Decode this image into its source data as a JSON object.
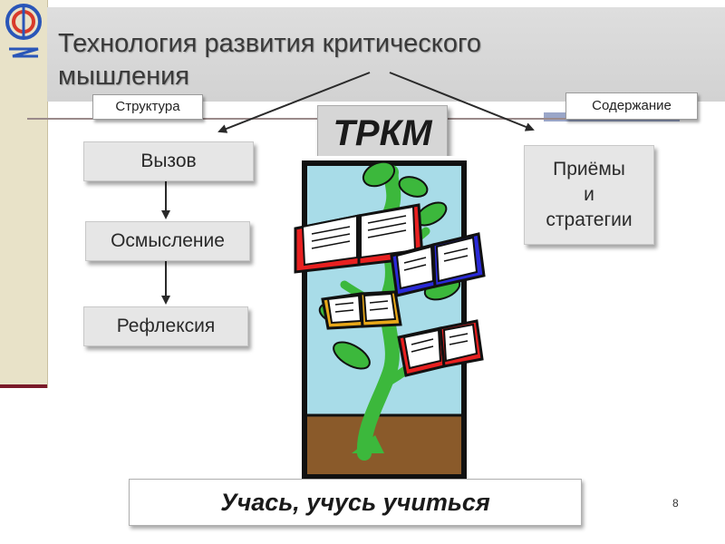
{
  "slide": {
    "title": "Технология развития критического мышления",
    "labels": {
      "structure": "Структура",
      "content": "Содержание"
    },
    "center": "ТРКМ",
    "steps": [
      "Вызов",
      "Осмысление",
      "Рефлексия"
    ],
    "methods": [
      "Приёмы",
      "и",
      "стратегии"
    ],
    "motto": "Учась, учусь учиться",
    "page_number": "8"
  },
  "colors": {
    "sidebar": "#e8e2c8",
    "sidebar_accent": "#7a1a2a",
    "title_band": "#d6d6d6",
    "step_box": "#e6e6e6",
    "picture_sky": "#a8dce8",
    "picture_soil": "#8a5a2a",
    "leaf": "#3cb83c"
  },
  "icons": [
    "logo-emblem",
    "open-book-icon",
    "tree-illustration",
    "arrow-icon"
  ]
}
